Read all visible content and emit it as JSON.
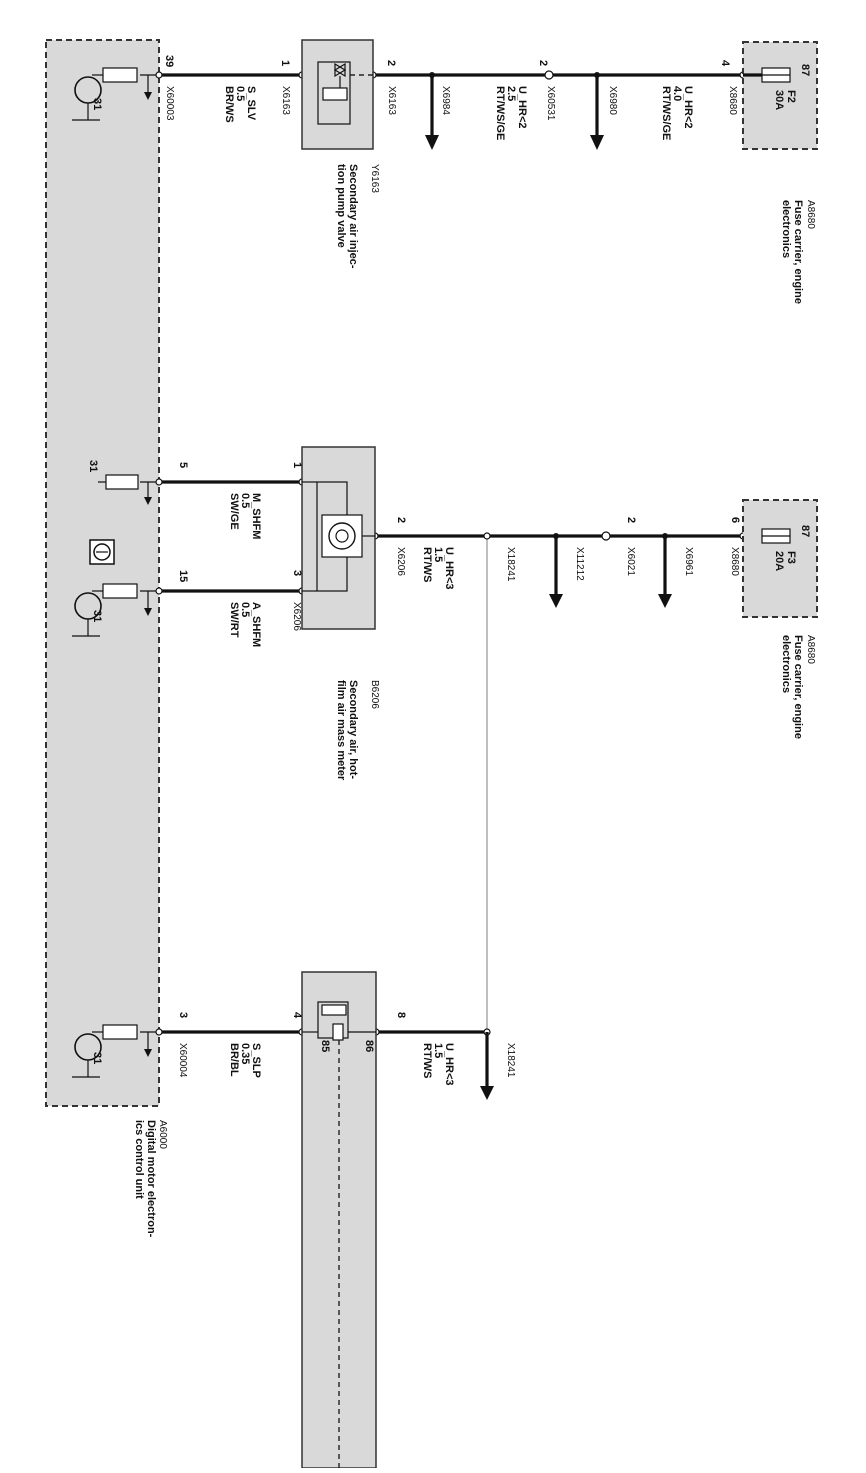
{
  "control_unit": {
    "id": "A6000",
    "name_line1": "Digital motor electron-",
    "name_line2": "ics control unit",
    "ground": "31",
    "connector_a": "X60003",
    "connector_b": "X60004"
  },
  "fuse_carrier_1": {
    "id": "A8680",
    "name_line1": "Fuse carrier, engine",
    "name_line2": "electronics",
    "fuse": "F2",
    "rating": "30A",
    "terminal": "87",
    "pin": "4",
    "connector": "X8680"
  },
  "fuse_carrier_2": {
    "id": "A8680",
    "name_line1": "Fuse carrier, engine",
    "name_line2": "electronics",
    "fuse": "F3",
    "rating": "20A",
    "terminal": "87",
    "pin": "6",
    "connector": "X8680"
  },
  "valve": {
    "id": "Y6163",
    "name_line1": "Secondary air injec-",
    "name_line2": "tion pump valve",
    "pin_in": "2",
    "pin_out": "1",
    "connector": "X6163"
  },
  "meter": {
    "id": "B6206",
    "name_line1": "Secondary air, hot-",
    "name_line2": "film air mass meter",
    "pin_supply": "2",
    "pin_signal_1": "1",
    "pin_signal_3": "3",
    "connector": "X6206"
  },
  "relay": {
    "pin_supply": "8",
    "pin_control": "4",
    "terminal_86": "86",
    "terminal_85": "85"
  },
  "circuit1": {
    "pin_mid": "2",
    "conn_mid": "X60531",
    "branch_1": "X6980",
    "branch_2": "X6984",
    "wire_a": {
      "signal": "U_HR<2",
      "gauge": "4.0",
      "color": "RT/WS/GE"
    },
    "wire_b": {
      "signal": "U_HR<2",
      "gauge": "2.5",
      "color": "RT/WS/GE"
    },
    "wire_c": {
      "signal": "S_SLV",
      "gauge": "0.5",
      "color": "BR/WS"
    },
    "ecu_pin": "39"
  },
  "circuit2": {
    "pin_mid": "2",
    "conn_mid": "X6021",
    "branch_1": "X6961",
    "branch_2": "X11212",
    "splice": "X18241",
    "wire_a": {
      "signal": "U_HR<3",
      "gauge": "1.5",
      "color": "RT/WS"
    },
    "wire_m": {
      "signal": "M_SHFM",
      "gauge": "0.5",
      "color": "SW/GE"
    },
    "wire_s": {
      "signal": "A_SHFM",
      "gauge": "0.5",
      "color": "SW/RT"
    },
    "ecu_pin_m": "5",
    "ecu_pin_s": "15"
  },
  "circuit3": {
    "splice": "X18241",
    "wire_a": {
      "signal": "U_HR<3",
      "gauge": "1.5",
      "color": "RT/WS"
    },
    "wire_c": {
      "signal": "S_SLP",
      "gauge": "0.35",
      "color": "BR/BL"
    },
    "ecu_pin": "3"
  }
}
